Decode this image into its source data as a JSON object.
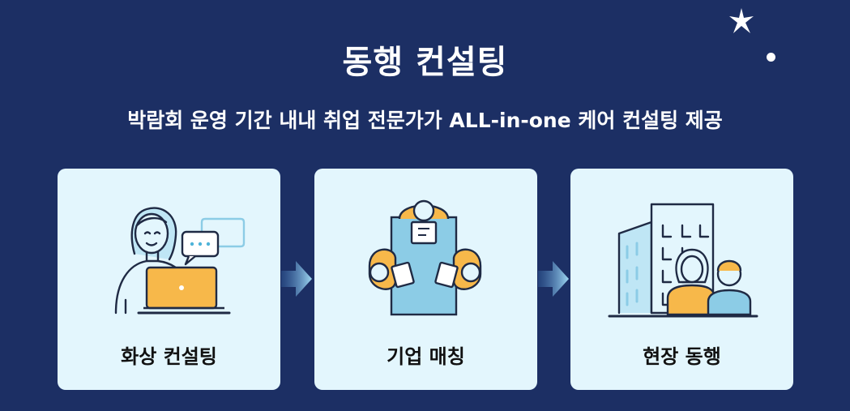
{
  "header": {
    "title": "동행 컨설팅",
    "subtitle": "박람회 운영 기간 내내 취업 전문가가 ALL-in-one 케어 컨설팅 제공"
  },
  "cards": [
    {
      "label": "화상 컨설팅",
      "icon": "video-consulting-icon"
    },
    {
      "label": "기업 매칭",
      "icon": "company-matching-icon"
    },
    {
      "label": "현장 동행",
      "icon": "onsite-accompany-icon"
    }
  ],
  "colors": {
    "background": "#1c2f64",
    "card": "#e3f6fd",
    "accent_orange": "#f7b84a",
    "accent_blue": "#8ccce6",
    "line": "#1f2a44"
  }
}
